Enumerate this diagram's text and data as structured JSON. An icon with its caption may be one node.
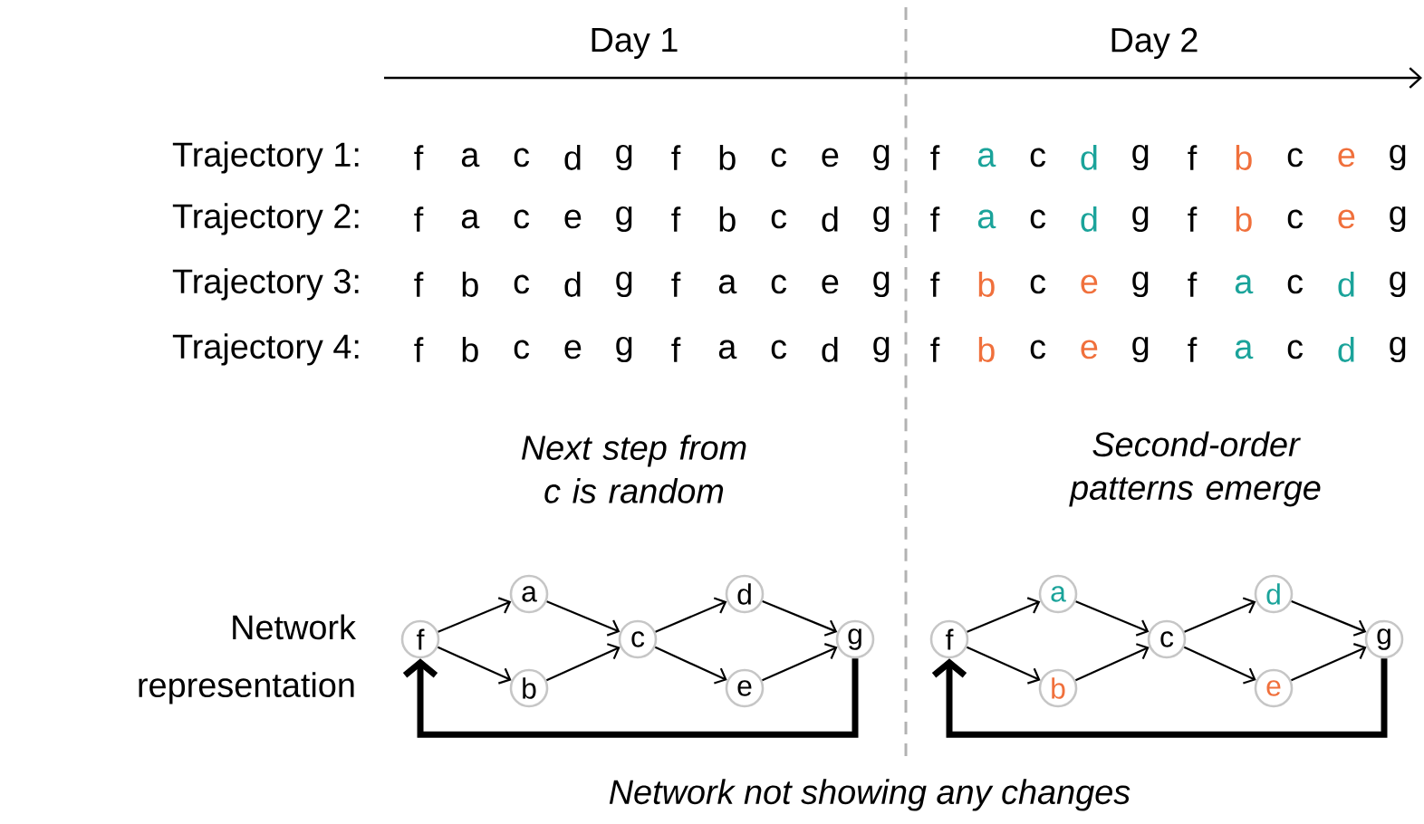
{
  "diagram": {
    "nodes": [
      {
        "text": [
          "f"
        ]
      },
      {
        "text": [
          "a"
        ]
      },
      {
        "text": [
          "b"
        ]
      },
      {
        "text": [
          "c"
        ]
      },
      {
        "text": [
          "d"
        ]
      },
      {
        "text": [
          "e"
        ]
      },
      {
        "text": [
          "g"
        ]
      },
      {
        "text": [
          "f"
        ]
      },
      {
        "text": [
          "a"
        ]
      },
      {
        "text": [
          "b"
        ]
      },
      {
        "text": [
          "c"
        ]
      },
      {
        "text": [
          "d"
        ]
      },
      {
        "text": [
          "e"
        ]
      },
      {
        "text": [
          "g"
        ]
      }
    ],
    "edges": [
      {
        "from": 0,
        "to": 1,
        "arrow": "to"
      },
      {
        "from": 0,
        "to": 2,
        "arrow": "to"
      },
      {
        "from": 1,
        "to": 3,
        "arrow": "to"
      },
      {
        "from": 2,
        "to": 3,
        "arrow": "to"
      },
      {
        "from": 3,
        "to": 4,
        "arrow": "to"
      },
      {
        "from": 3,
        "to": 5,
        "arrow": "to"
      },
      {
        "from": 4,
        "to": 6,
        "arrow": "to"
      },
      {
        "from": 5,
        "to": 6,
        "arrow": "to"
      },
      {
        "from": 6,
        "to": 0,
        "arrow": "to",
        "style": "thick"
      },
      {
        "from": 7,
        "to": 8,
        "arrow": "to"
      },
      {
        "from": 7,
        "to": 9,
        "arrow": "to"
      },
      {
        "from": 8,
        "to": 10,
        "arrow": "to"
      },
      {
        "from": 9,
        "to": 10,
        "arrow": "to"
      },
      {
        "from": 10,
        "to": 11,
        "arrow": "to"
      },
      {
        "from": 10,
        "to": 12,
        "arrow": "to"
      },
      {
        "from": 11,
        "to": 13,
        "arrow": "to"
      },
      {
        "from": 12,
        "to": 13,
        "arrow": "to"
      },
      {
        "from": 13,
        "to": 7,
        "arrow": "to",
        "style": "thick"
      }
    ],
    "labels": [
      "Day 1",
      "Day 2",
      "Trajectory 1:",
      "f",
      "a",
      "c",
      "d",
      "g",
      "f",
      "b",
      "c",
      "e",
      "g",
      "f",
      "a",
      "c",
      "d",
      "g",
      "f",
      "b",
      "c",
      "e",
      "g",
      "Trajectory 2:",
      "f",
      "a",
      "c",
      "e",
      "g",
      "f",
      "b",
      "c",
      "d",
      "g",
      "f",
      "a",
      "c",
      "d",
      "g",
      "f",
      "b",
      "c",
      "e",
      "g",
      "Trajectory 3:",
      "f",
      "b",
      "c",
      "d",
      "g",
      "f",
      "a",
      "c",
      "e",
      "g",
      "f",
      "b",
      "c",
      "e",
      "g",
      "f",
      "a",
      "c",
      "d",
      "g",
      "Trajectory 4:",
      "f",
      "b",
      "c",
      "e",
      "g",
      "f",
      "a",
      "c",
      "d",
      "g",
      "f",
      "b",
      "c",
      "e",
      "g",
      "f",
      "a",
      "c",
      "d",
      "g",
      "Next step from c is random",
      "Second-order patterns emerge",
      "Network representation",
      "Network not showing any changes"
    ]
  }
}
